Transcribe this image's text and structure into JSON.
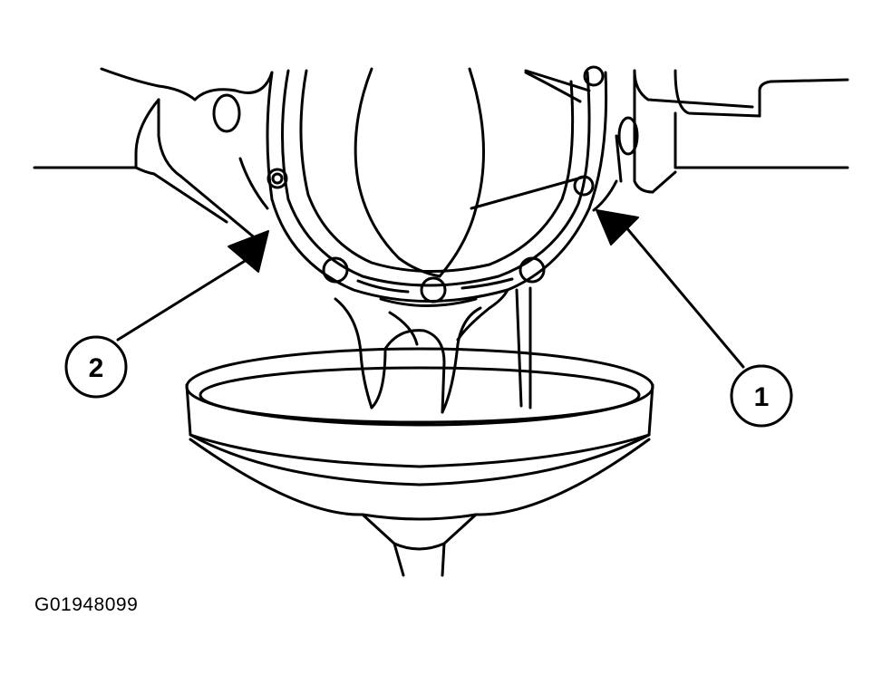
{
  "callouts": [
    {
      "number": "1",
      "target": "cover-gasket-seam-right"
    },
    {
      "number": "2",
      "target": "cover-gasket-seam-left"
    }
  ],
  "figure_id": "G01948099",
  "colors": {
    "line": "#000000",
    "background": "#ffffff"
  }
}
